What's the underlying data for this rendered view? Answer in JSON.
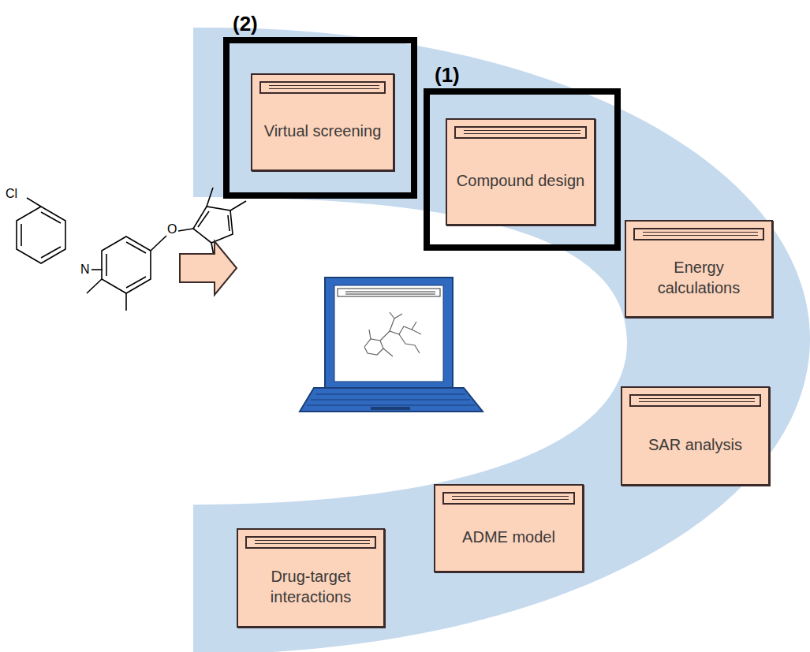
{
  "diagram": {
    "nodes": [
      {
        "text": [
          "(2)"
        ]
      },
      {
        "text": [
          "Virtual screening"
        ],
        "in": 0
      },
      {
        "text": [
          "(1)"
        ]
      },
      {
        "text": [
          "Compound design"
        ],
        "in": 2
      },
      {
        "text": [
          "Energy calculations"
        ]
      },
      {
        "text": [
          "SAR analysis"
        ]
      },
      {
        "text": [
          "ADME model"
        ]
      },
      {
        "text": [
          "Drug-target interactions"
        ]
      }
    ],
    "labels": [
      "Cl",
      "N",
      "O"
    ]
  }
}
